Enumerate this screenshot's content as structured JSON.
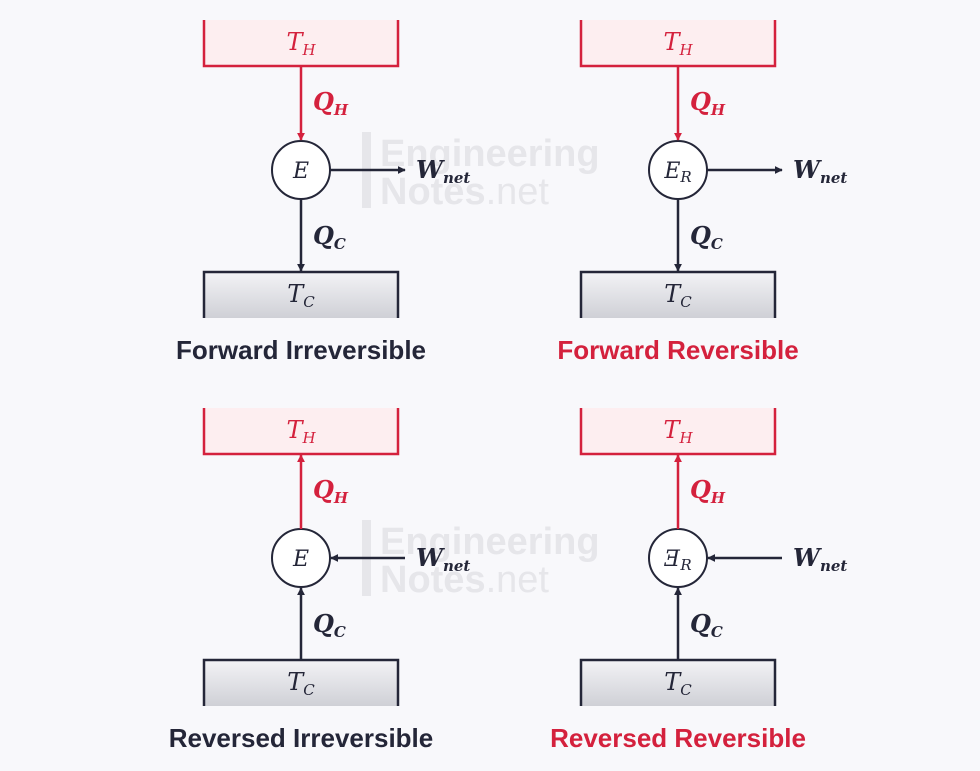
{
  "colors": {
    "hot": "#d4213d",
    "cold": "#242638",
    "hot_fill": "#fdeef0",
    "cold_fill_top": "#f3f3f6",
    "cold_fill_bottom": "#cfd0d6",
    "background": "#f8f8fb",
    "watermark": "#e6e6ea"
  },
  "watermark": {
    "line1": "Engineering",
    "line2a": "Notes",
    "line2b": ".net"
  },
  "symbols": {
    "hot_main": "T",
    "hot_sub": "H",
    "cold_main": "T",
    "cold_sub": "C",
    "qh_main": "Q",
    "qh_sub": "H",
    "qc_main": "Q",
    "qc_sub": "C",
    "w_main": "W",
    "w_sub": "net"
  },
  "panels": [
    {
      "engine_main": "E",
      "engine_sub": "",
      "caption": "Forward Irreversible",
      "caption_color": "cold",
      "direction": "forward"
    },
    {
      "engine_main": "E",
      "engine_sub": "R",
      "caption": "Forward Reversible",
      "caption_color": "hot",
      "direction": "forward"
    },
    {
      "engine_main": "E",
      "engine_sub": "",
      "caption": "Reversed Irreversible",
      "caption_color": "cold",
      "direction": "reversed"
    },
    {
      "engine_main": "Ǝ",
      "engine_sub": "R",
      "caption": "Reversed Reversible",
      "caption_color": "hot",
      "direction": "reversed"
    }
  ]
}
